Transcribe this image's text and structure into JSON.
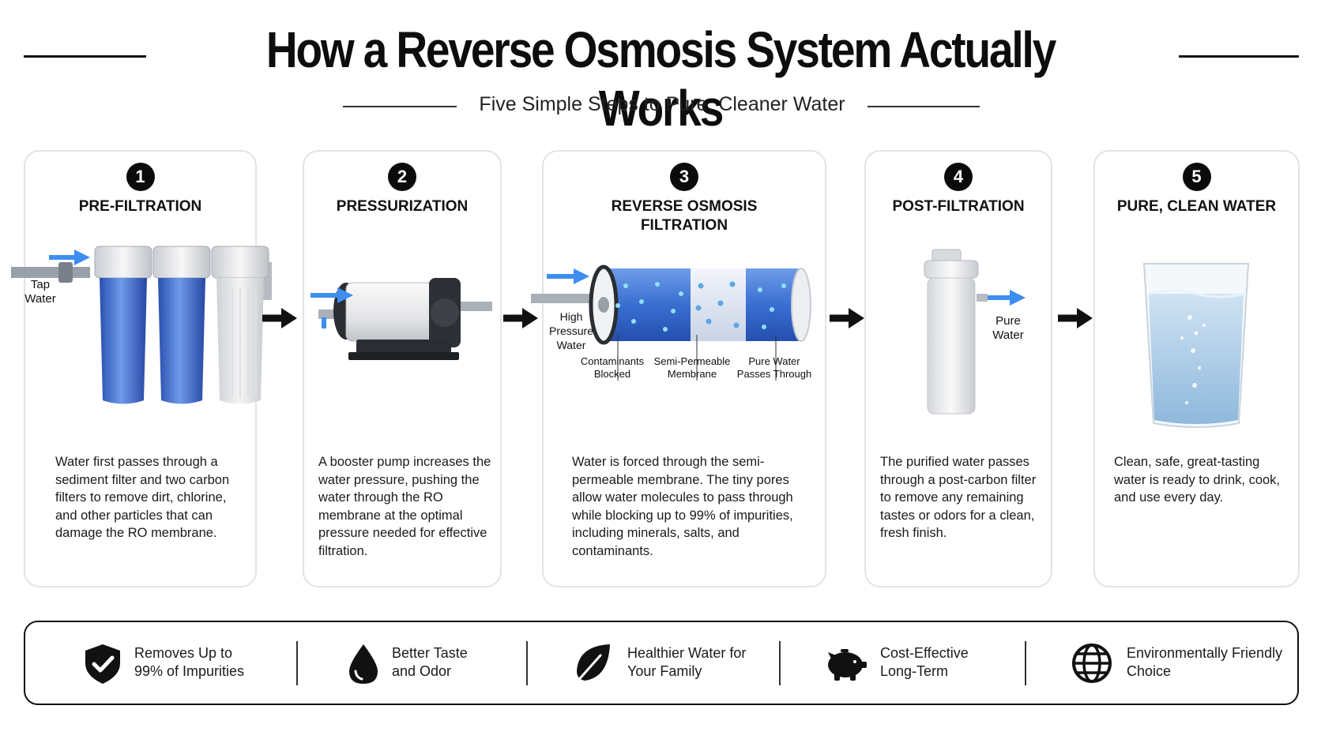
{
  "header": {
    "title": "How a Reverse Osmosis System Actually Works",
    "subtitle": "Five Simple Steps to Pure, Cleaner Water"
  },
  "steps": [
    {
      "number": "1",
      "title": "PRE-FILTRATION",
      "label": "Tap Water",
      "description": "Water first passes through a sediment filter and two carbon filters to remove dirt, chlorine, and other particles that can damage the RO membrane."
    },
    {
      "number": "2",
      "title": "PRESSURIZATION",
      "description": "A booster pump increases the water pressure, pushing the water through the RO membrane at the optimal pressure needed for effective filtration."
    },
    {
      "number": "3",
      "title": "REVERSE OSMOSIS FILTRATION",
      "label": "High Pressure Water",
      "callouts": [
        "Contaminants Blocked",
        "Semi-Permeable Membrane",
        "Pure Water Passes Through"
      ],
      "description": "Water is forced through the semi-permeable membrane. The tiny pores allow water molecules to pass through while blocking up to 99% of impurities, including minerals, salts, and contaminants."
    },
    {
      "number": "4",
      "title": "POST-FILTRATION",
      "label": "Pure Water",
      "description": "The purified water passes through a post-carbon filter to remove any remaining tastes or odors for a clean, fresh finish."
    },
    {
      "number": "5",
      "title": "PURE, CLEAN WATER",
      "description": "Clean, safe, great-tasting water is ready to drink, cook, and use every day."
    }
  ],
  "benefits": [
    {
      "icon": "shield-check-icon",
      "label": "Removes Up to 99% of Impurities"
    },
    {
      "icon": "water-drop-icon",
      "label": "Better Taste and Odor"
    },
    {
      "icon": "leaf-icon",
      "label": "Healthier Water for Your Family"
    },
    {
      "icon": "piggy-bank-icon",
      "label": "Cost-Effective Long-Term"
    },
    {
      "icon": "globe-icon",
      "label": "Environmentally Friendly Choice"
    }
  ],
  "colors": {
    "arrow_blue": "#3d8ef0",
    "filter_blue": "#3566c9",
    "ink": "#111111"
  }
}
